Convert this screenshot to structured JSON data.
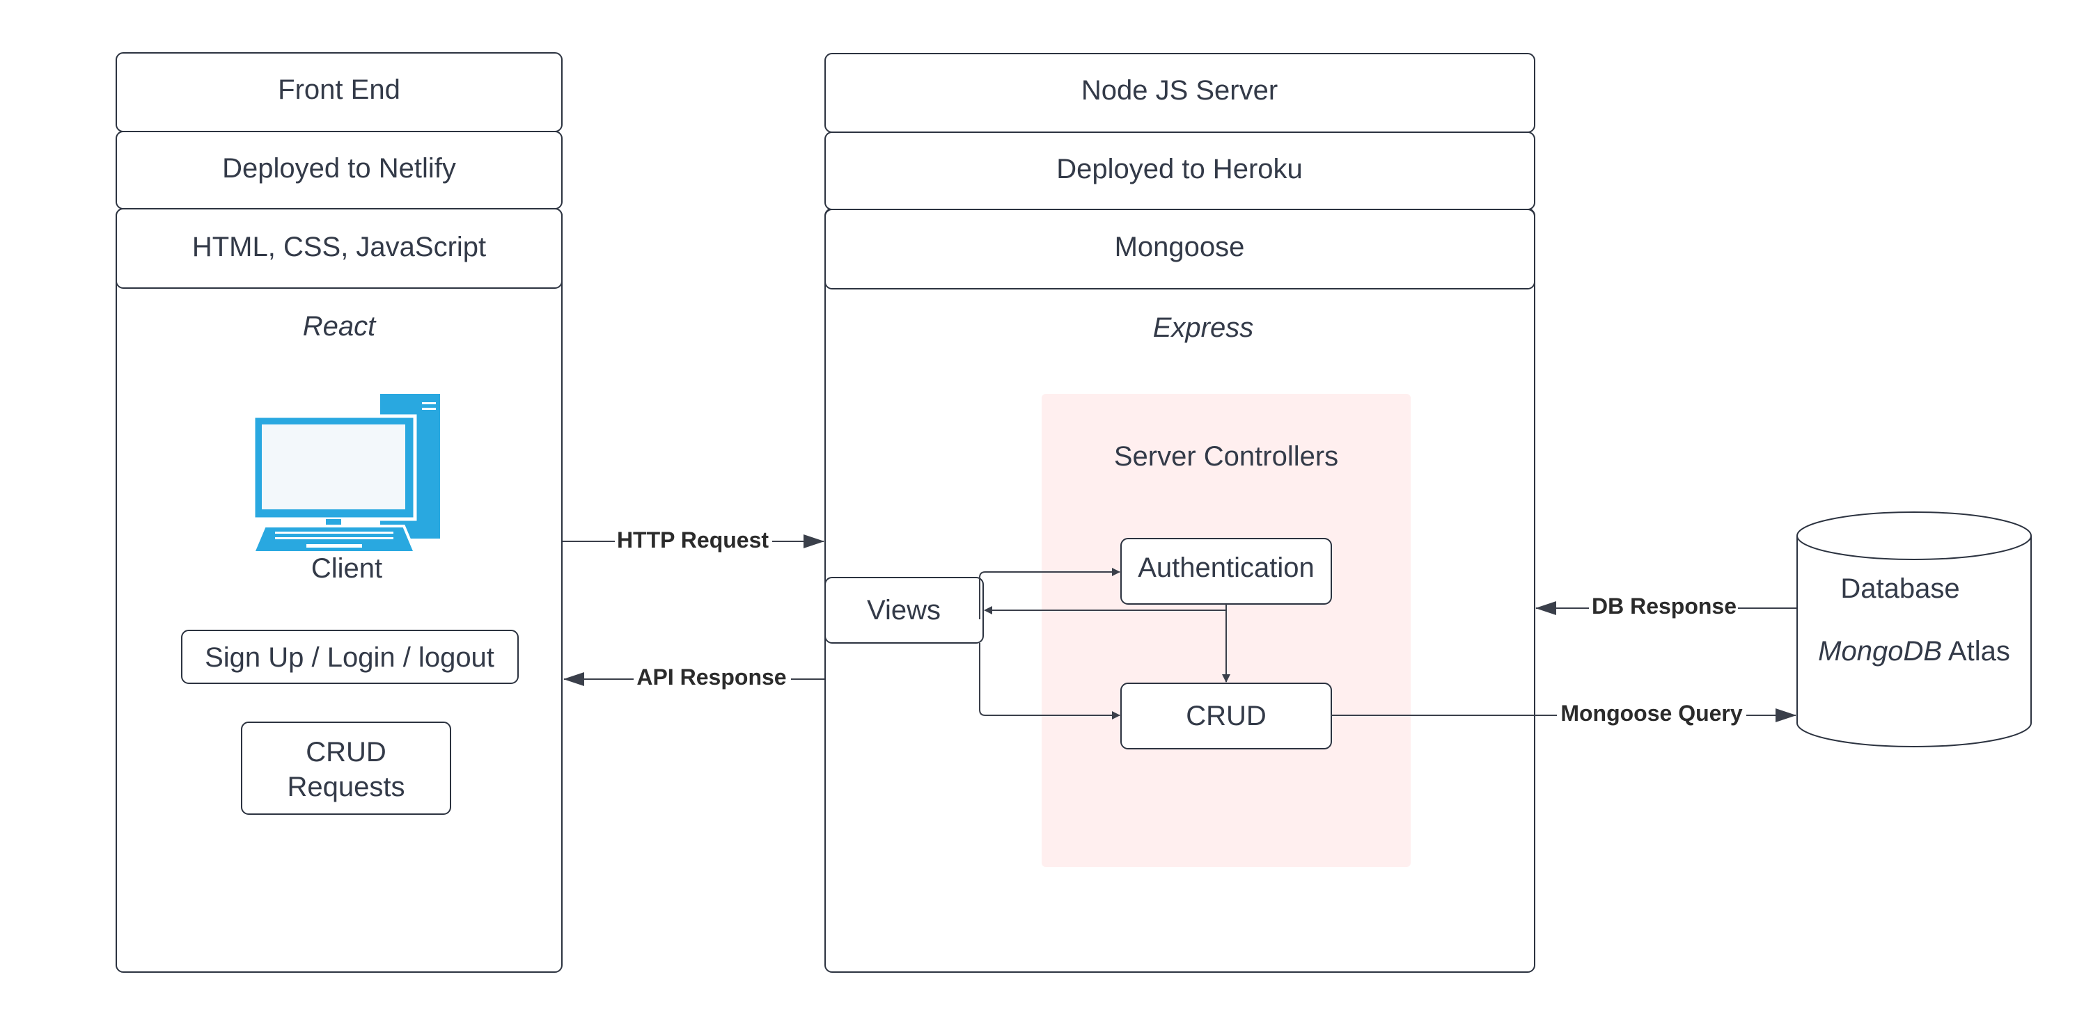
{
  "colors": {
    "frontend_header": "#e3fbe3",
    "server_header": "#ffdada",
    "deploy_header": "#f1f2f4",
    "controllers_bg": "#ffefef",
    "icon_blue": "#29a8e0",
    "stroke": "#2c3340"
  },
  "frontend": {
    "title": "Front End",
    "deploy": "Deployed to Netlify",
    "tech": "HTML, CSS, JavaScript",
    "framework": "React",
    "client_icon": "desktop-computer-icon",
    "client_label": "Client",
    "auth_box": "Sign Up / Login / logout",
    "crud_line1": "CRUD",
    "crud_line2": "Requests"
  },
  "server": {
    "title": "Node JS Server",
    "deploy": "Deployed to Heroku",
    "odm": "Mongoose",
    "framework": "Express",
    "controllers_title": "Server Controllers",
    "views": "Views",
    "authentication": "Authentication",
    "crud": "CRUD"
  },
  "database": {
    "title": "Database",
    "name_italic": "MongoDB",
    "name_rest": " Atlas"
  },
  "edges": {
    "http_request": "HTTP Request",
    "api_response": "API Response",
    "db_response": "DB Response",
    "mongoose_query": "Mongoose Query"
  }
}
